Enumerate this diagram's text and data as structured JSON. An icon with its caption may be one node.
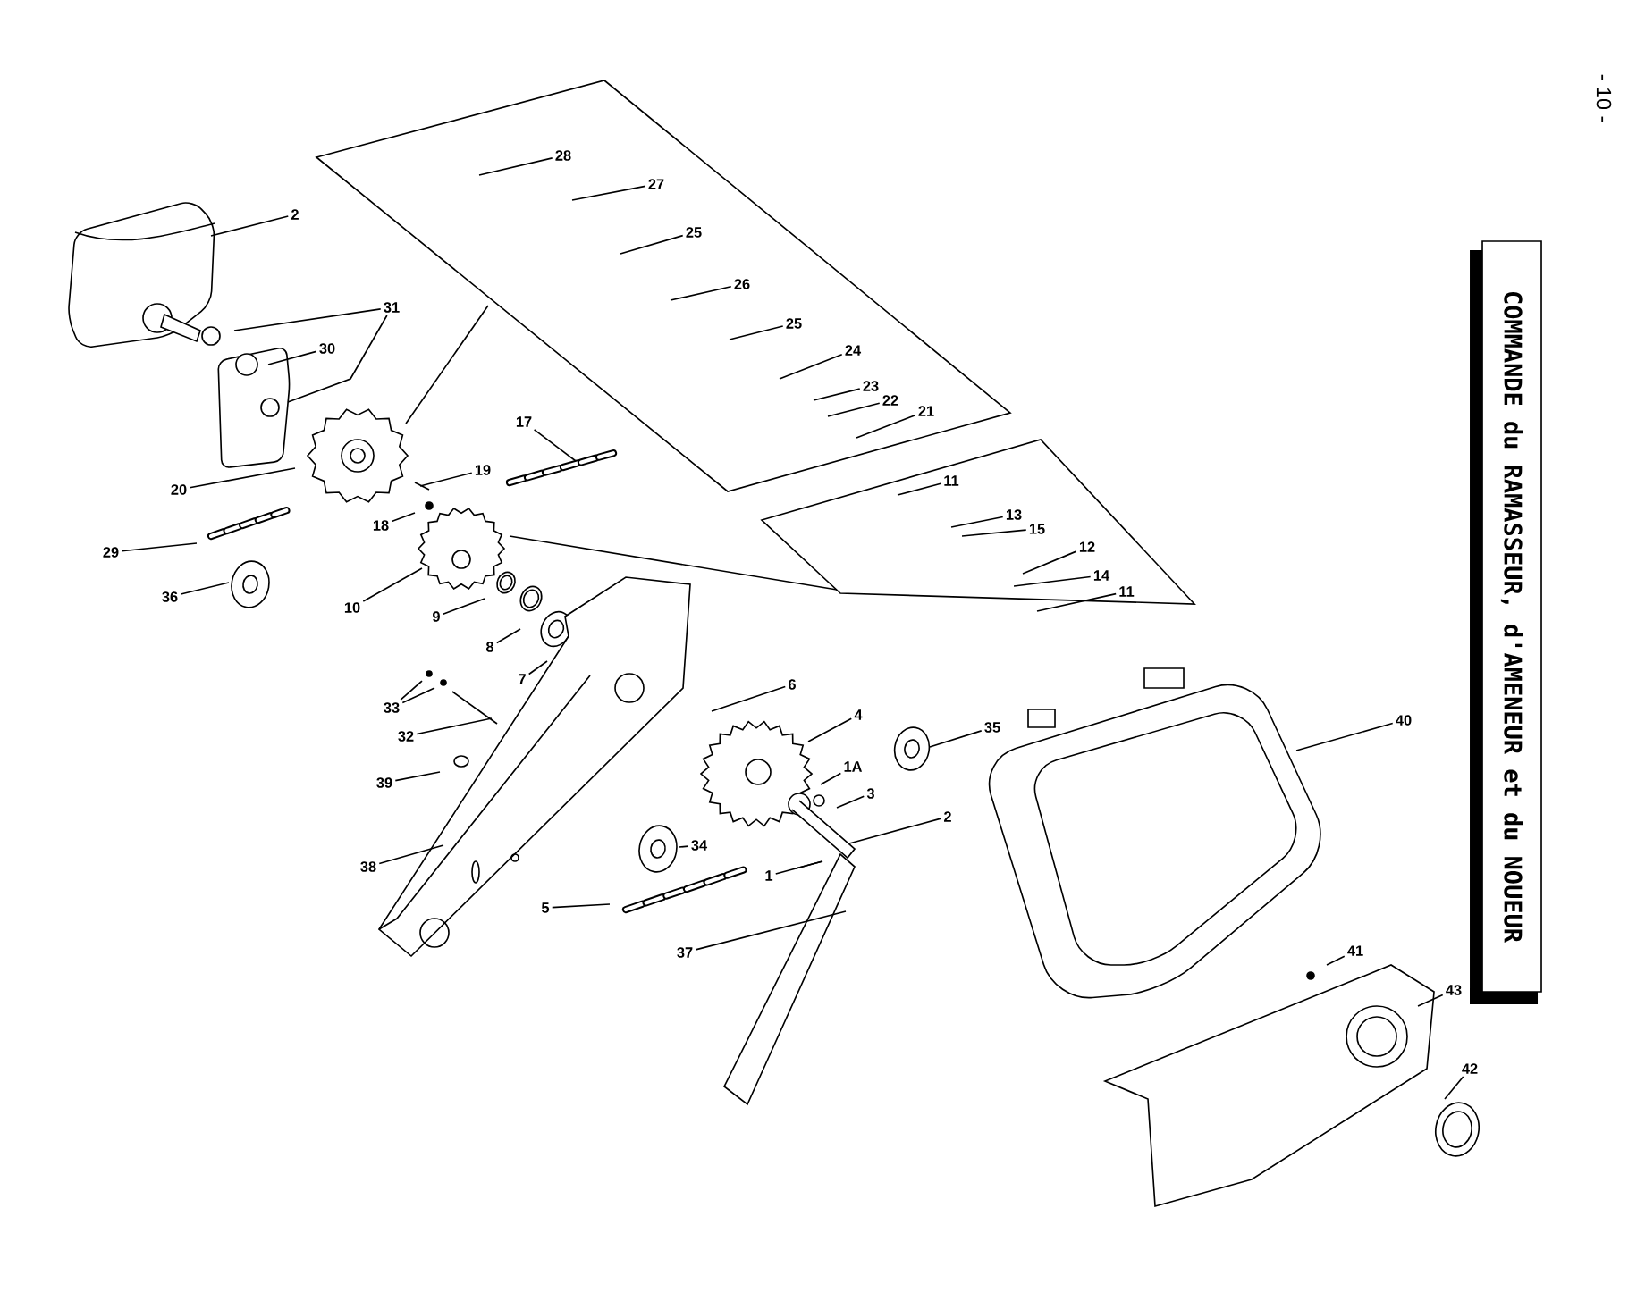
{
  "diagram": {
    "title": "COMMANDE du RAMASSEUR, d'AMENEUR et du NOUEUR",
    "nodes": [
      {
        "text": [],
        "shape": "box"
      },
      {
        "text": [
          "28"
        ],
        "in": 0
      },
      {
        "text": [
          "27"
        ],
        "in": 0
      },
      {
        "text": [
          "25"
        ],
        "in": 0
      },
      {
        "text": [
          "26"
        ],
        "in": 0
      },
      {
        "text": [
          "25"
        ],
        "in": 0
      },
      {
        "text": [
          "24"
        ],
        "in": 0
      },
      {
        "text": [
          "23"
        ],
        "in": 0
      },
      {
        "text": [
          "22"
        ],
        "in": 0
      },
      {
        "text": [
          "21"
        ],
        "in": 0
      },
      {
        "text": [
          "2"
        ]
      },
      {
        "text": [
          "31"
        ]
      },
      {
        "text": [
          "30"
        ]
      },
      {
        "text": [
          "20"
        ]
      },
      {
        "text": [
          "19"
        ]
      },
      {
        "text": [
          "17"
        ]
      },
      {
        "text": [
          "18"
        ]
      },
      {
        "text": [
          "29"
        ]
      },
      {
        "text": [
          "36"
        ]
      },
      {
        "text": [
          "10"
        ]
      },
      {
        "text": [
          "9"
        ]
      },
      {
        "text": [
          "8"
        ]
      },
      {
        "text": [
          "7"
        ]
      },
      {
        "text": [],
        "shape": "box"
      },
      {
        "text": [
          "11"
        ],
        "in": 23
      },
      {
        "text": [
          "13"
        ],
        "in": 23
      },
      {
        "text": [
          "15"
        ],
        "in": 23
      },
      {
        "text": [
          "12"
        ],
        "in": 23
      },
      {
        "text": [
          "14"
        ],
        "in": 23
      },
      {
        "text": [
          "11"
        ],
        "in": 23
      },
      {
        "text": [
          "33"
        ]
      },
      {
        "text": [
          "32"
        ]
      },
      {
        "text": [
          "39"
        ]
      },
      {
        "text": [
          "6"
        ]
      },
      {
        "text": [
          "4"
        ]
      },
      {
        "text": [
          "1A"
        ]
      },
      {
        "text": [
          "3"
        ]
      },
      {
        "text": [
          "35"
        ]
      },
      {
        "text": [
          "40"
        ]
      },
      {
        "text": [
          "2"
        ]
      },
      {
        "text": [
          "38"
        ]
      },
      {
        "text": [
          "34"
        ]
      },
      {
        "text": [
          "5"
        ]
      },
      {
        "text": [
          "1"
        ]
      },
      {
        "text": [
          "37"
        ]
      },
      {
        "text": [
          "41"
        ]
      },
      {
        "text": [
          "43"
        ]
      },
      {
        "text": [
          "42"
        ]
      }
    ],
    "edges": [
      {
        "from": 0,
        "to": null,
        "arrow": "none"
      },
      {
        "from": 1,
        "to": null,
        "arrow": "none"
      },
      {
        "from": 2,
        "to": null,
        "arrow": "none"
      },
      {
        "from": 3,
        "to": null,
        "arrow": "none"
      },
      {
        "from": 4,
        "to": null,
        "arrow": "none"
      },
      {
        "from": 5,
        "to": null,
        "arrow": "none"
      },
      {
        "from": 6,
        "to": null,
        "arrow": "none"
      },
      {
        "from": 7,
        "to": null,
        "arrow": "none"
      },
      {
        "from": 8,
        "to": null,
        "arrow": "none"
      },
      {
        "from": 9,
        "to": null,
        "arrow": "none"
      },
      {
        "from": 10,
        "to": null,
        "arrow": "none"
      },
      {
        "from": 11,
        "to": null,
        "arrow": "none"
      },
      {
        "from": 11,
        "to": null,
        "arrow": "none"
      },
      {
        "from": 12,
        "to": null,
        "arrow": "none"
      },
      {
        "from": 13,
        "to": null,
        "arrow": "none"
      },
      {
        "from": 14,
        "to": null,
        "arrow": "none"
      },
      {
        "from": 15,
        "to": null,
        "arrow": "none"
      },
      {
        "from": 16,
        "to": null,
        "arrow": "none"
      },
      {
        "from": 17,
        "to": null,
        "arrow": "none"
      },
      {
        "from": 18,
        "to": null,
        "arrow": "none"
      },
      {
        "from": 19,
        "to": null,
        "arrow": "none"
      },
      {
        "from": 20,
        "to": null,
        "arrow": "none"
      },
      {
        "from": 21,
        "to": null,
        "arrow": "none"
      },
      {
        "from": 22,
        "to": null,
        "arrow": "none"
      },
      {
        "from": 23,
        "to": null,
        "arrow": "none"
      },
      {
        "from": 24,
        "to": null,
        "arrow": "none"
      },
      {
        "from": 25,
        "to": null,
        "arrow": "none"
      },
      {
        "from": 26,
        "to": null,
        "arrow": "none"
      },
      {
        "from": 27,
        "to": null,
        "arrow": "none"
      },
      {
        "from": 28,
        "to": null,
        "arrow": "none"
      },
      {
        "from": 29,
        "to": null,
        "arrow": "none"
      },
      {
        "from": 30,
        "to": null,
        "arrow": "none"
      },
      {
        "from": 30,
        "to": null,
        "arrow": "none"
      },
      {
        "from": 31,
        "to": null,
        "arrow": "none"
      },
      {
        "from": 32,
        "to": null,
        "arrow": "none"
      },
      {
        "from": 33,
        "to": null,
        "arrow": "none"
      },
      {
        "from": 34,
        "to": null,
        "arrow": "none"
      },
      {
        "from": 35,
        "to": null,
        "arrow": "none"
      },
      {
        "from": 36,
        "to": null,
        "arrow": "none"
      },
      {
        "from": 37,
        "to": null,
        "arrow": "none"
      },
      {
        "from": 38,
        "to": null,
        "arrow": "none"
      },
      {
        "from": 39,
        "to": null,
        "arrow": "none"
      },
      {
        "from": 40,
        "to": null,
        "arrow": "none"
      },
      {
        "from": 41,
        "to": null,
        "arrow": "none"
      },
      {
        "from": 42,
        "to": null,
        "arrow": "none"
      },
      {
        "from": 43,
        "to": null,
        "arrow": "none"
      },
      {
        "from": 44,
        "to": null,
        "arrow": "none"
      },
      {
        "from": 45,
        "to": null,
        "arrow": "none"
      },
      {
        "from": 46,
        "to": null,
        "arrow": "none"
      },
      {
        "from": 47,
        "to": null,
        "arrow": "none"
      }
    ],
    "labels": [
      "- 10 -"
    ]
  }
}
